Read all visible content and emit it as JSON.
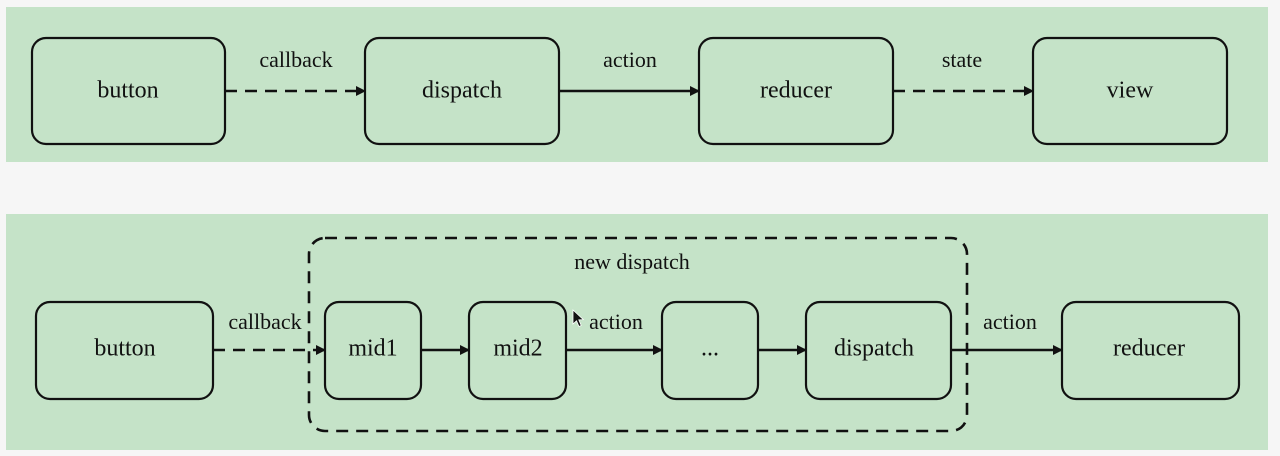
{
  "colors": {
    "panel_background": "#c5e3c8",
    "node_fill": "#c5e3c8",
    "stroke": "#111111",
    "page_background": "#ffffff"
  },
  "top_flow": {
    "nodes": [
      "button",
      "dispatch",
      "reducer",
      "view"
    ],
    "edges": [
      {
        "label": "callback",
        "style": "dashed"
      },
      {
        "label": "action",
        "style": "solid"
      },
      {
        "label": "state",
        "style": "dashed"
      }
    ]
  },
  "bottom_flow": {
    "group_label": "new dispatch",
    "nodes": [
      "button",
      "mid1",
      "mid2",
      "...",
      "dispatch",
      "reducer"
    ],
    "edges": [
      {
        "label": "callback",
        "style": "dashed"
      },
      {
        "label": "",
        "style": "solid"
      },
      {
        "label": "action",
        "style": "solid"
      },
      {
        "label": "",
        "style": "solid"
      },
      {
        "label": "action",
        "style": "solid"
      }
    ]
  }
}
